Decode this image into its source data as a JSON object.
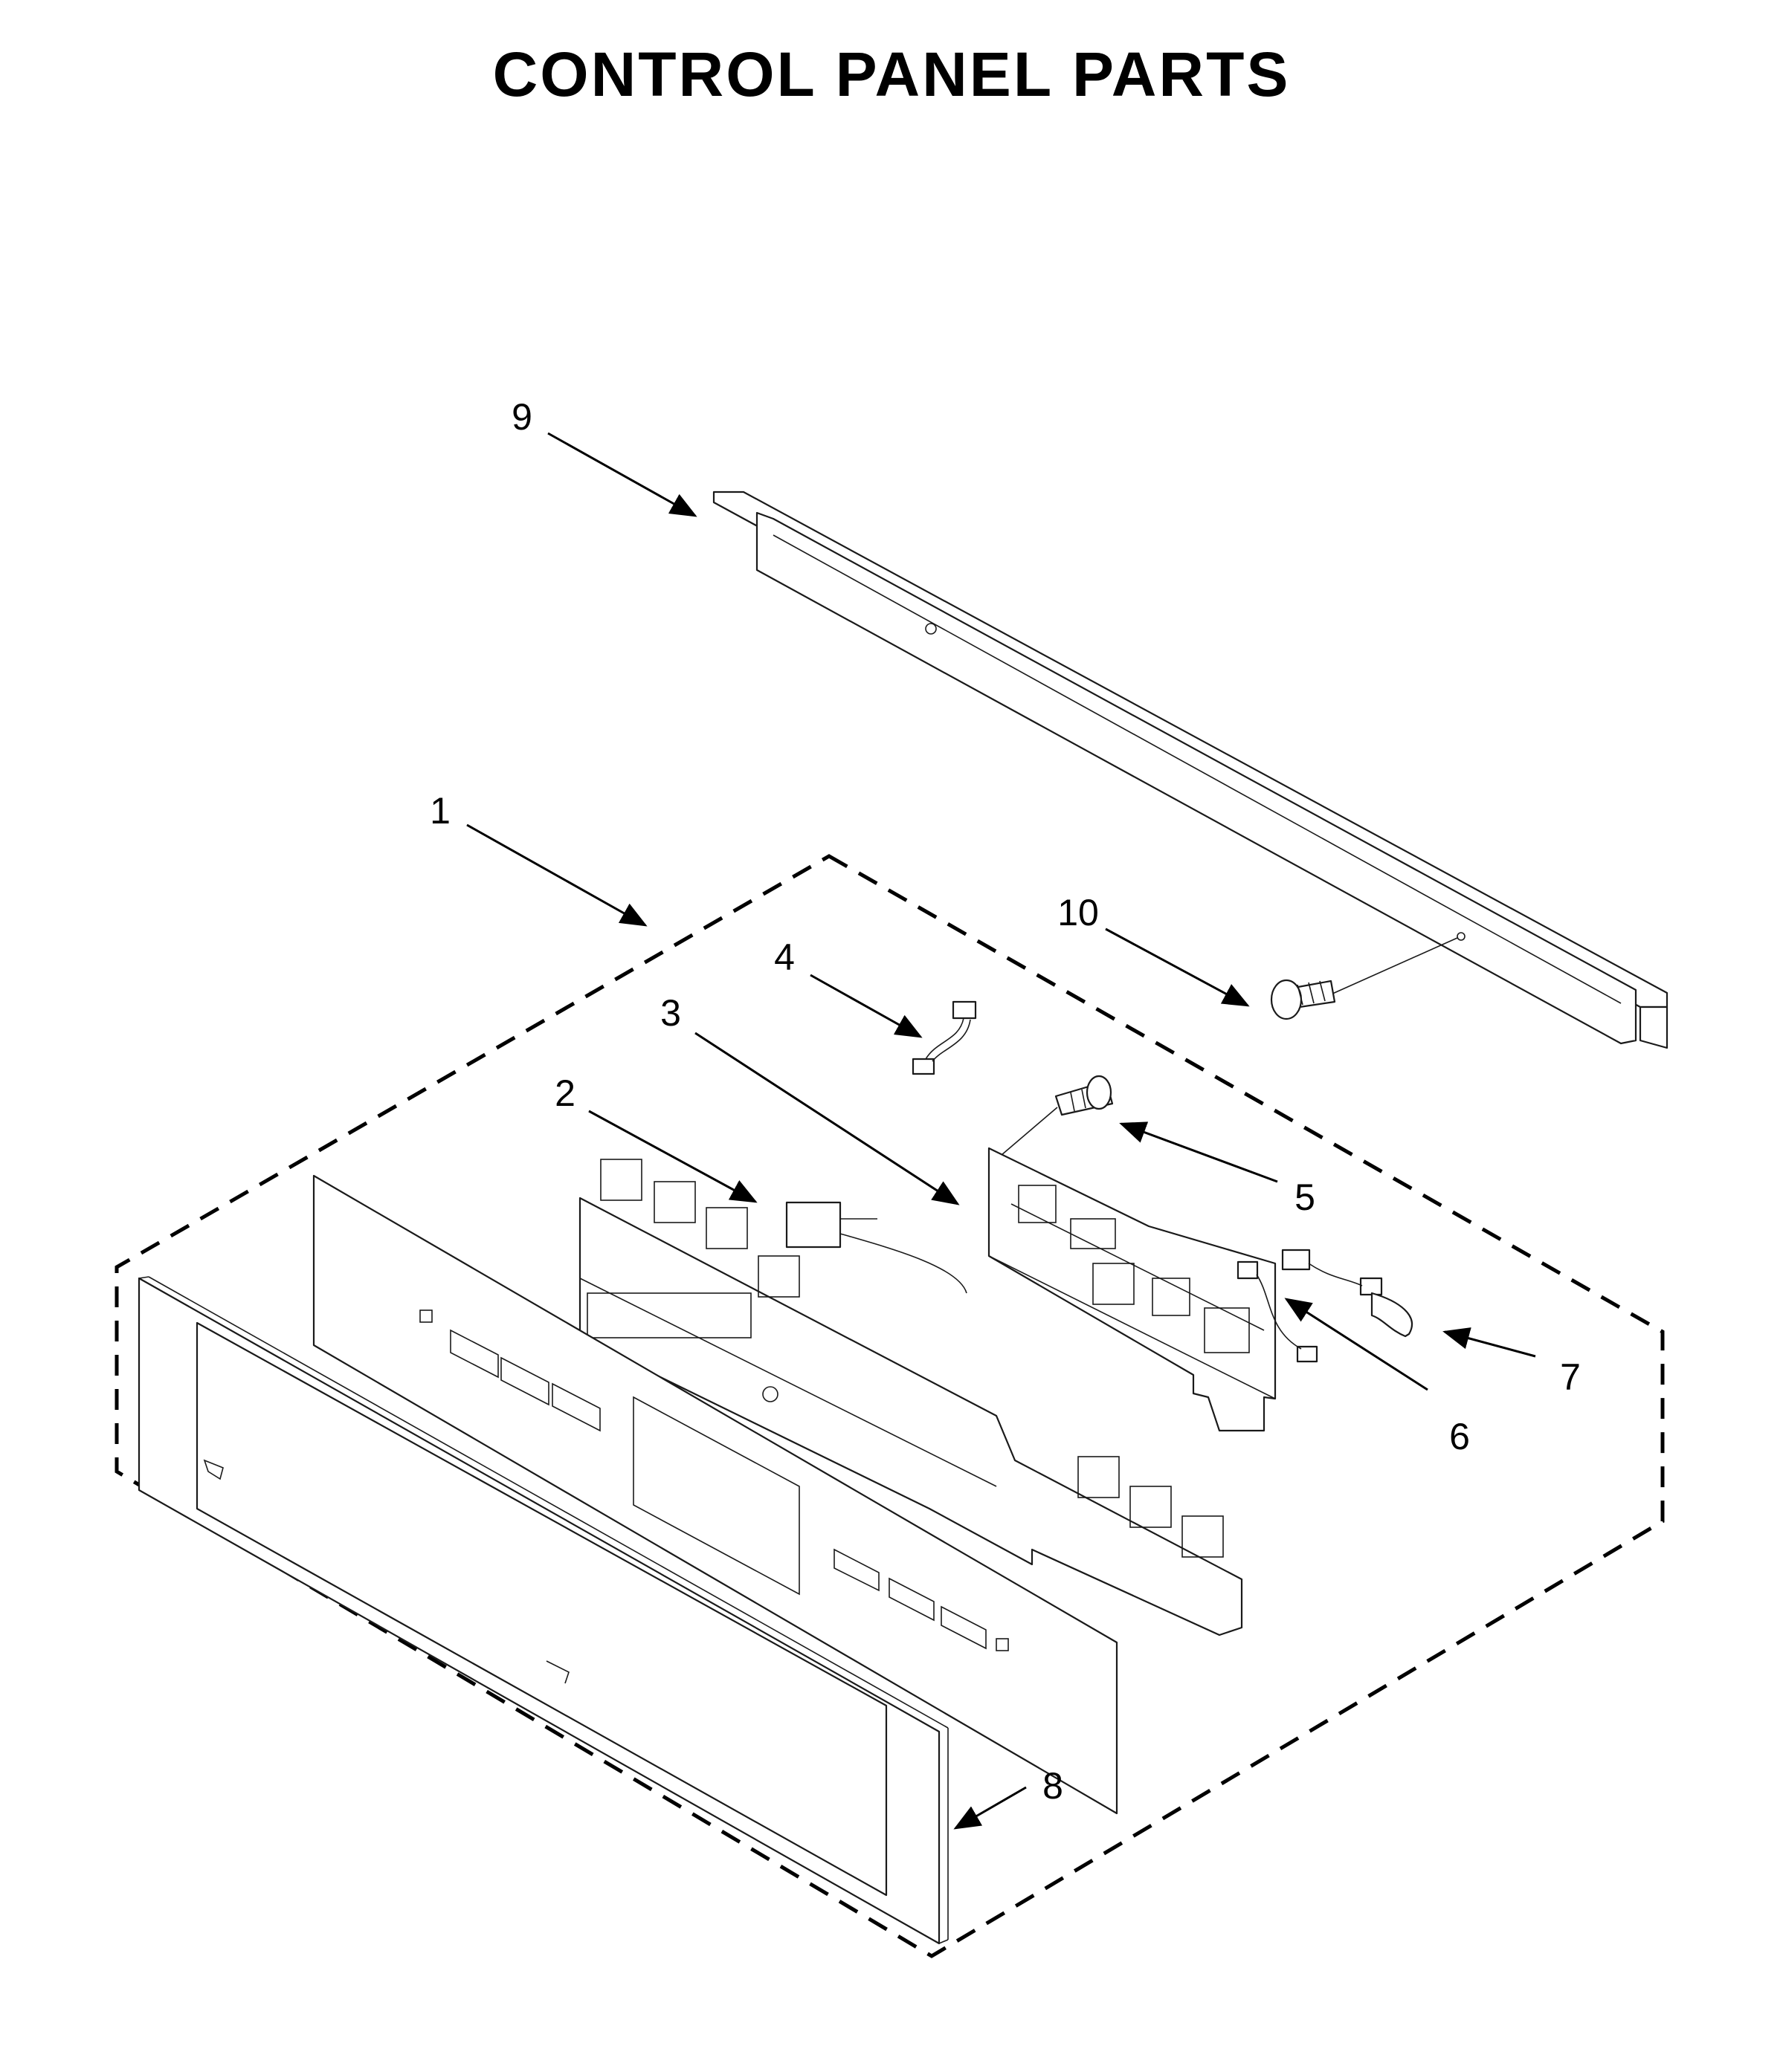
{
  "title": "CONTROL PANEL PARTS",
  "callouts": [
    {
      "id": "9",
      "label": "9"
    },
    {
      "id": "1",
      "label": "1"
    },
    {
      "id": "10",
      "label": "10"
    },
    {
      "id": "4",
      "label": "4"
    },
    {
      "id": "3",
      "label": "3"
    },
    {
      "id": "2",
      "label": "2"
    },
    {
      "id": "5",
      "label": "5"
    },
    {
      "id": "7",
      "label": "7"
    },
    {
      "id": "6",
      "label": "6"
    },
    {
      "id": "8",
      "label": "8"
    }
  ]
}
